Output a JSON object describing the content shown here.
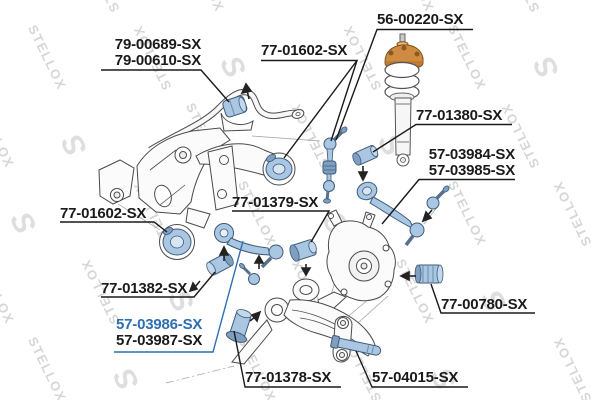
{
  "watermark": {
    "brand": "STELLOX"
  },
  "palette": {
    "part_blue": "#a9c6e2",
    "part_blue_dark": "#7f9fc0",
    "part_blue_stroke": "#3d5a77",
    "mount_orange": "#cf8b42",
    "highlight_blue": "#2e6fb2",
    "line_art": "#4a4a4a",
    "label_color": "#1a1a1a"
  },
  "labels": {
    "l79a": "79-00689-SX",
    "l79b": "79-00610-SX",
    "l01602top": "77-01602-SX",
    "l56": "56-00220-SX",
    "l01380": "77-01380-SX",
    "l03984": "57-03984-SX",
    "l03985": "57-03985-SX",
    "l01379": "77-01379-SX",
    "l01602left": "77-01602-SX",
    "l01382": "77-01382-SX",
    "l03986": "57-03986-SX",
    "l03987": "57-03987-SX",
    "l00780": "77-00780-SX",
    "l01378": "77-01378-SX",
    "l04015": "57-04015-SX"
  }
}
